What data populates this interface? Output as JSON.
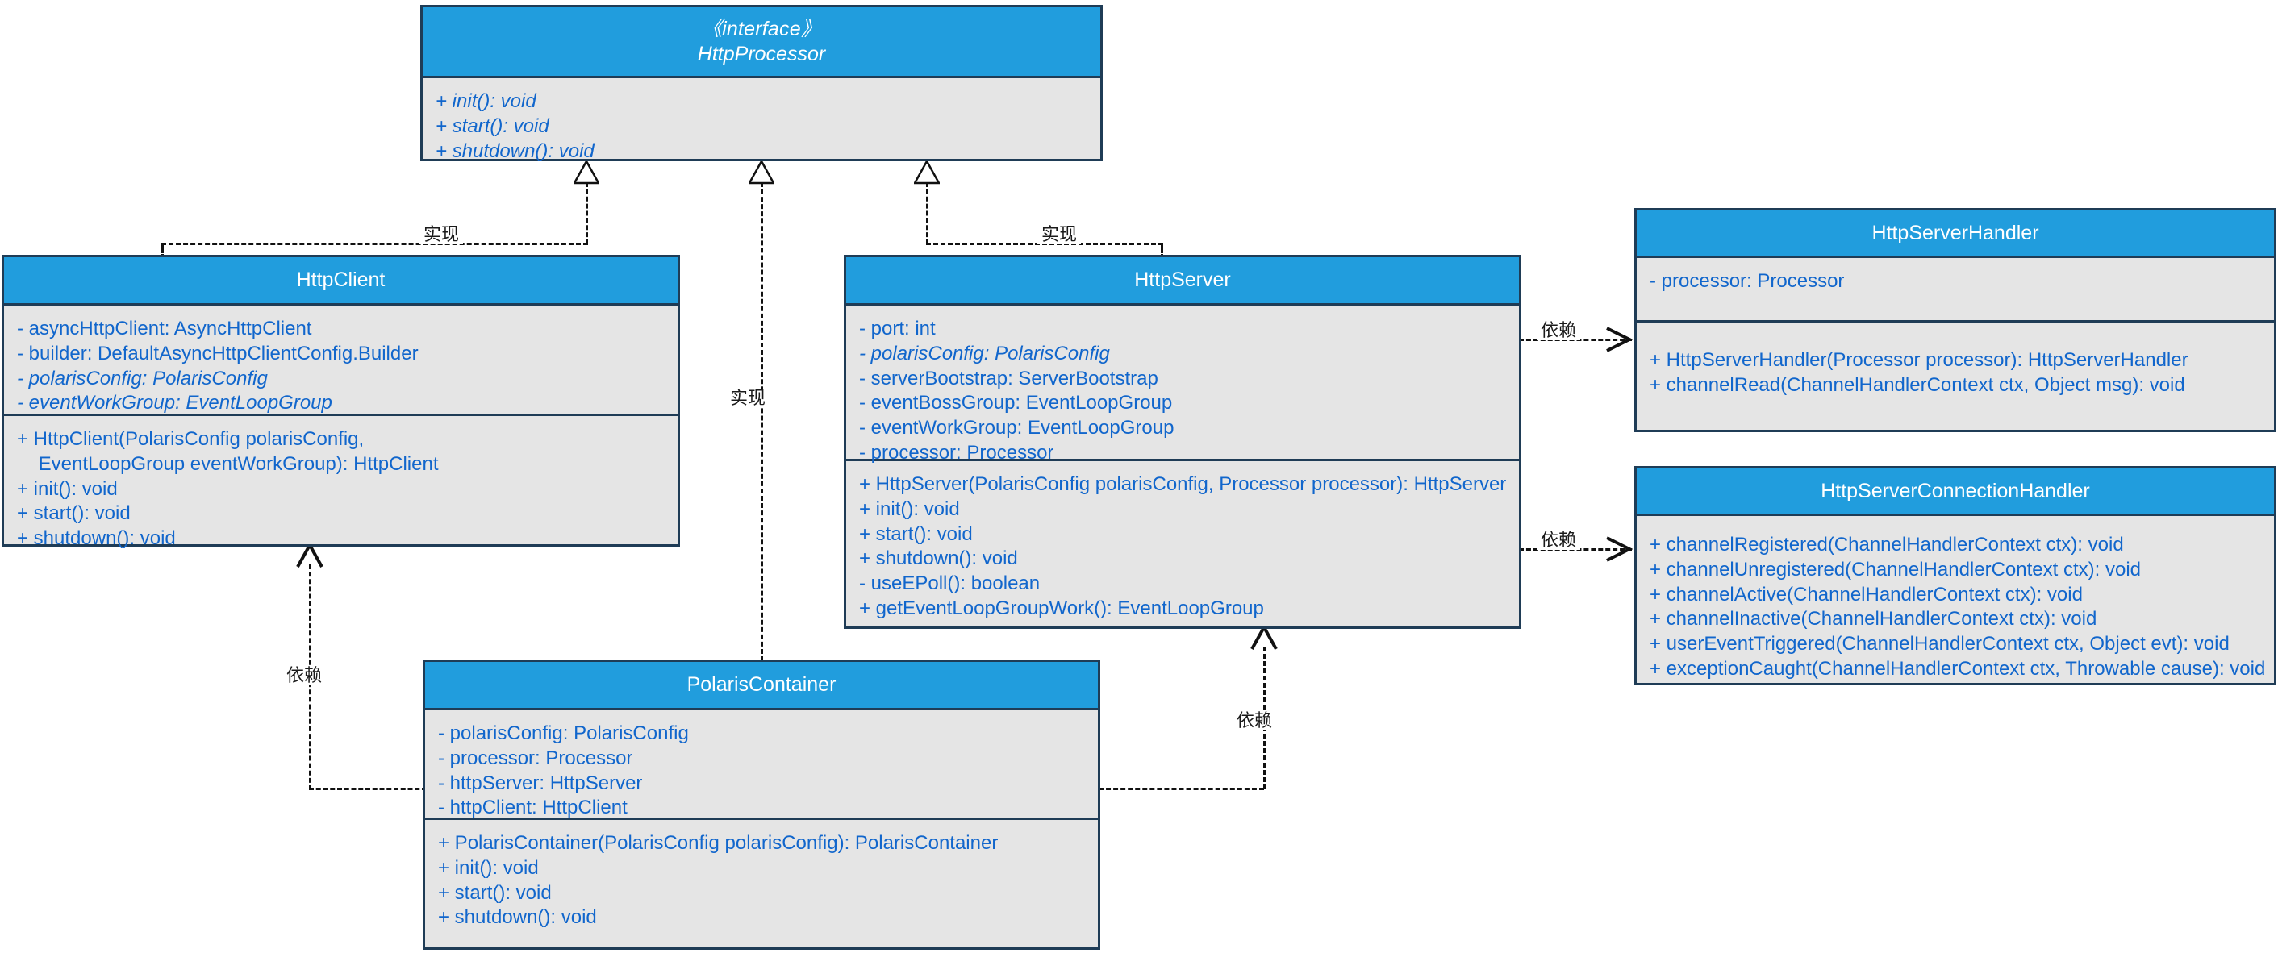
{
  "diagram": {
    "type": "uml-class-diagram",
    "colors": {
      "header_fill": "#219ddd",
      "body_fill": "#e5e5e5",
      "border": "#1f3c56",
      "member_text": "#1166cc",
      "header_text": "#ffffff",
      "edge": "#111111"
    }
  },
  "classes": {
    "http_processor": {
      "stereotype": "《interface》",
      "name": "HttpProcessor",
      "methods": [
        "+ init(): void",
        "+ start(): void",
        "+ shutdown(): void"
      ]
    },
    "http_client": {
      "name": "HttpClient",
      "attributes": [
        "- asyncHttpClient: AsyncHttpClient",
        "- builder: DefaultAsyncHttpClientConfig.Builder",
        "- polarisConfig: PolarisConfig",
        "- eventWorkGroup: EventLoopGroup"
      ],
      "methods": [
        "+ HttpClient(PolarisConfig polarisConfig,",
        "    EventLoopGroup eventWorkGroup): HttpClient",
        "+ init(): void",
        "+ start(): void",
        "+ shutdown(): void"
      ]
    },
    "http_server": {
      "name": "HttpServer",
      "attributes": [
        "- port: int",
        "- polarisConfig: PolarisConfig",
        "- serverBootstrap: ServerBootstrap",
        "- eventBossGroup: EventLoopGroup",
        "- eventWorkGroup: EventLoopGroup",
        "- processor: Processor"
      ],
      "methods": [
        "+ HttpServer(PolarisConfig polarisConfig, Processor processor): HttpServer",
        "+ init(): void",
        "+ start(): void",
        "+ shutdown(): void",
        "- useEPoll(): boolean",
        "+ getEventLoopGroupWork(): EventLoopGroup"
      ]
    },
    "polaris_container": {
      "name": "PolarisContainer",
      "attributes": [
        "- polarisConfig: PolarisConfig",
        "- processor: Processor",
        "- httpServer: HttpServer",
        "- httpClient: HttpClient"
      ],
      "methods": [
        "+ PolarisContainer(PolarisConfig polarisConfig): PolarisContainer",
        "+ init(): void",
        "+ start(): void",
        "+ shutdown(): void"
      ]
    },
    "http_server_handler": {
      "name": "HttpServerHandler",
      "attributes": [
        "- processor: Processor"
      ],
      "methods": [
        "+ HttpServerHandler(Processor processor): HttpServerHandler",
        "+ channelRead(ChannelHandlerContext ctx, Object msg): void"
      ]
    },
    "http_server_connection_handler": {
      "name": "HttpServerConnectionHandler",
      "methods": [
        "+ channelRegistered(ChannelHandlerContext ctx): void",
        "+ channelUnregistered(ChannelHandlerContext ctx): void",
        "+ channelActive(ChannelHandlerContext ctx): void",
        "+ channelInactive(ChannelHandlerContext ctx): void",
        "+ userEventTriggered(ChannelHandlerContext ctx, Object evt): void",
        "+ exceptionCaught(ChannelHandlerContext ctx, Throwable cause): void"
      ]
    }
  },
  "edges": {
    "realize_client": {
      "label": "实现",
      "kind": "realization"
    },
    "realize_container": {
      "label": "实现",
      "kind": "realization"
    },
    "realize_server": {
      "label": "实现",
      "kind": "realization"
    },
    "depend_container_client": {
      "label": "依赖",
      "kind": "dependency"
    },
    "depend_container_server": {
      "label": "依赖",
      "kind": "dependency"
    },
    "depend_server_handler": {
      "label": "依赖",
      "kind": "dependency"
    },
    "depend_server_connhandler": {
      "label": "依赖",
      "kind": "dependency"
    }
  }
}
